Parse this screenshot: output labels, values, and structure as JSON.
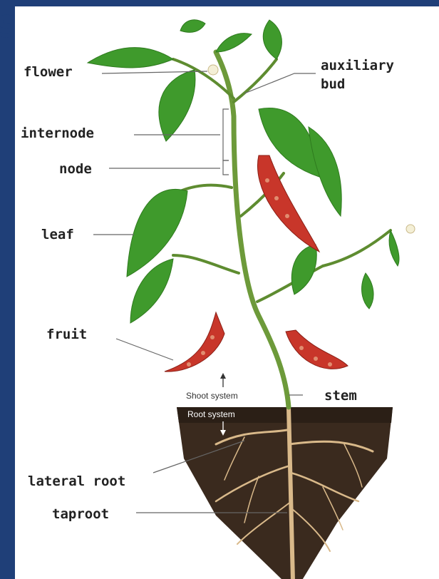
{
  "header": {
    "title_fragment": "S"
  },
  "labels": {
    "flower": "flower",
    "auxiliary_bud_line1": "auxiliary",
    "auxiliary_bud_line2": "bud",
    "internode": "internode",
    "node": "node",
    "leaf": "leaf",
    "fruit": "fruit",
    "stem": "stem",
    "lateral_root": "lateral root",
    "taproot": "taproot",
    "shoot_system": "Shoot system",
    "root_system": "Root system"
  },
  "colors": {
    "frame_border": "#1f3f78",
    "leaf": "#3f9a2c",
    "stem": "#6d9a3a",
    "fruit": "#c8362a",
    "soil": "#3a2a1e",
    "root": "#d9b98a"
  }
}
